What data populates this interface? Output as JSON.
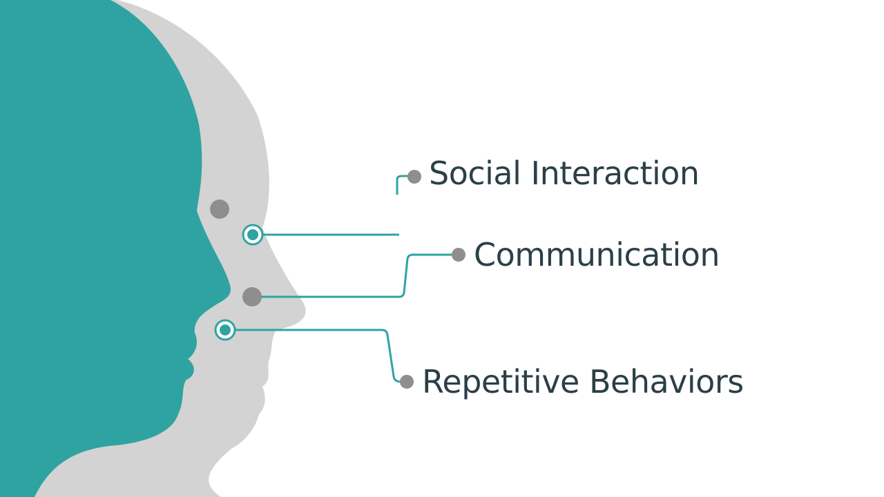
{
  "diagram": {
    "labels": {
      "social": "Social Interaction",
      "communication": "Communication",
      "repetitive": "Repetitive Behaviors"
    }
  },
  "colors": {
    "teal": "#2fa3a1",
    "silhouette_gray": "#d3d3d3",
    "dot_gray": "#8e8e8e",
    "text": "#2b3f47",
    "background": "#ffffff"
  }
}
